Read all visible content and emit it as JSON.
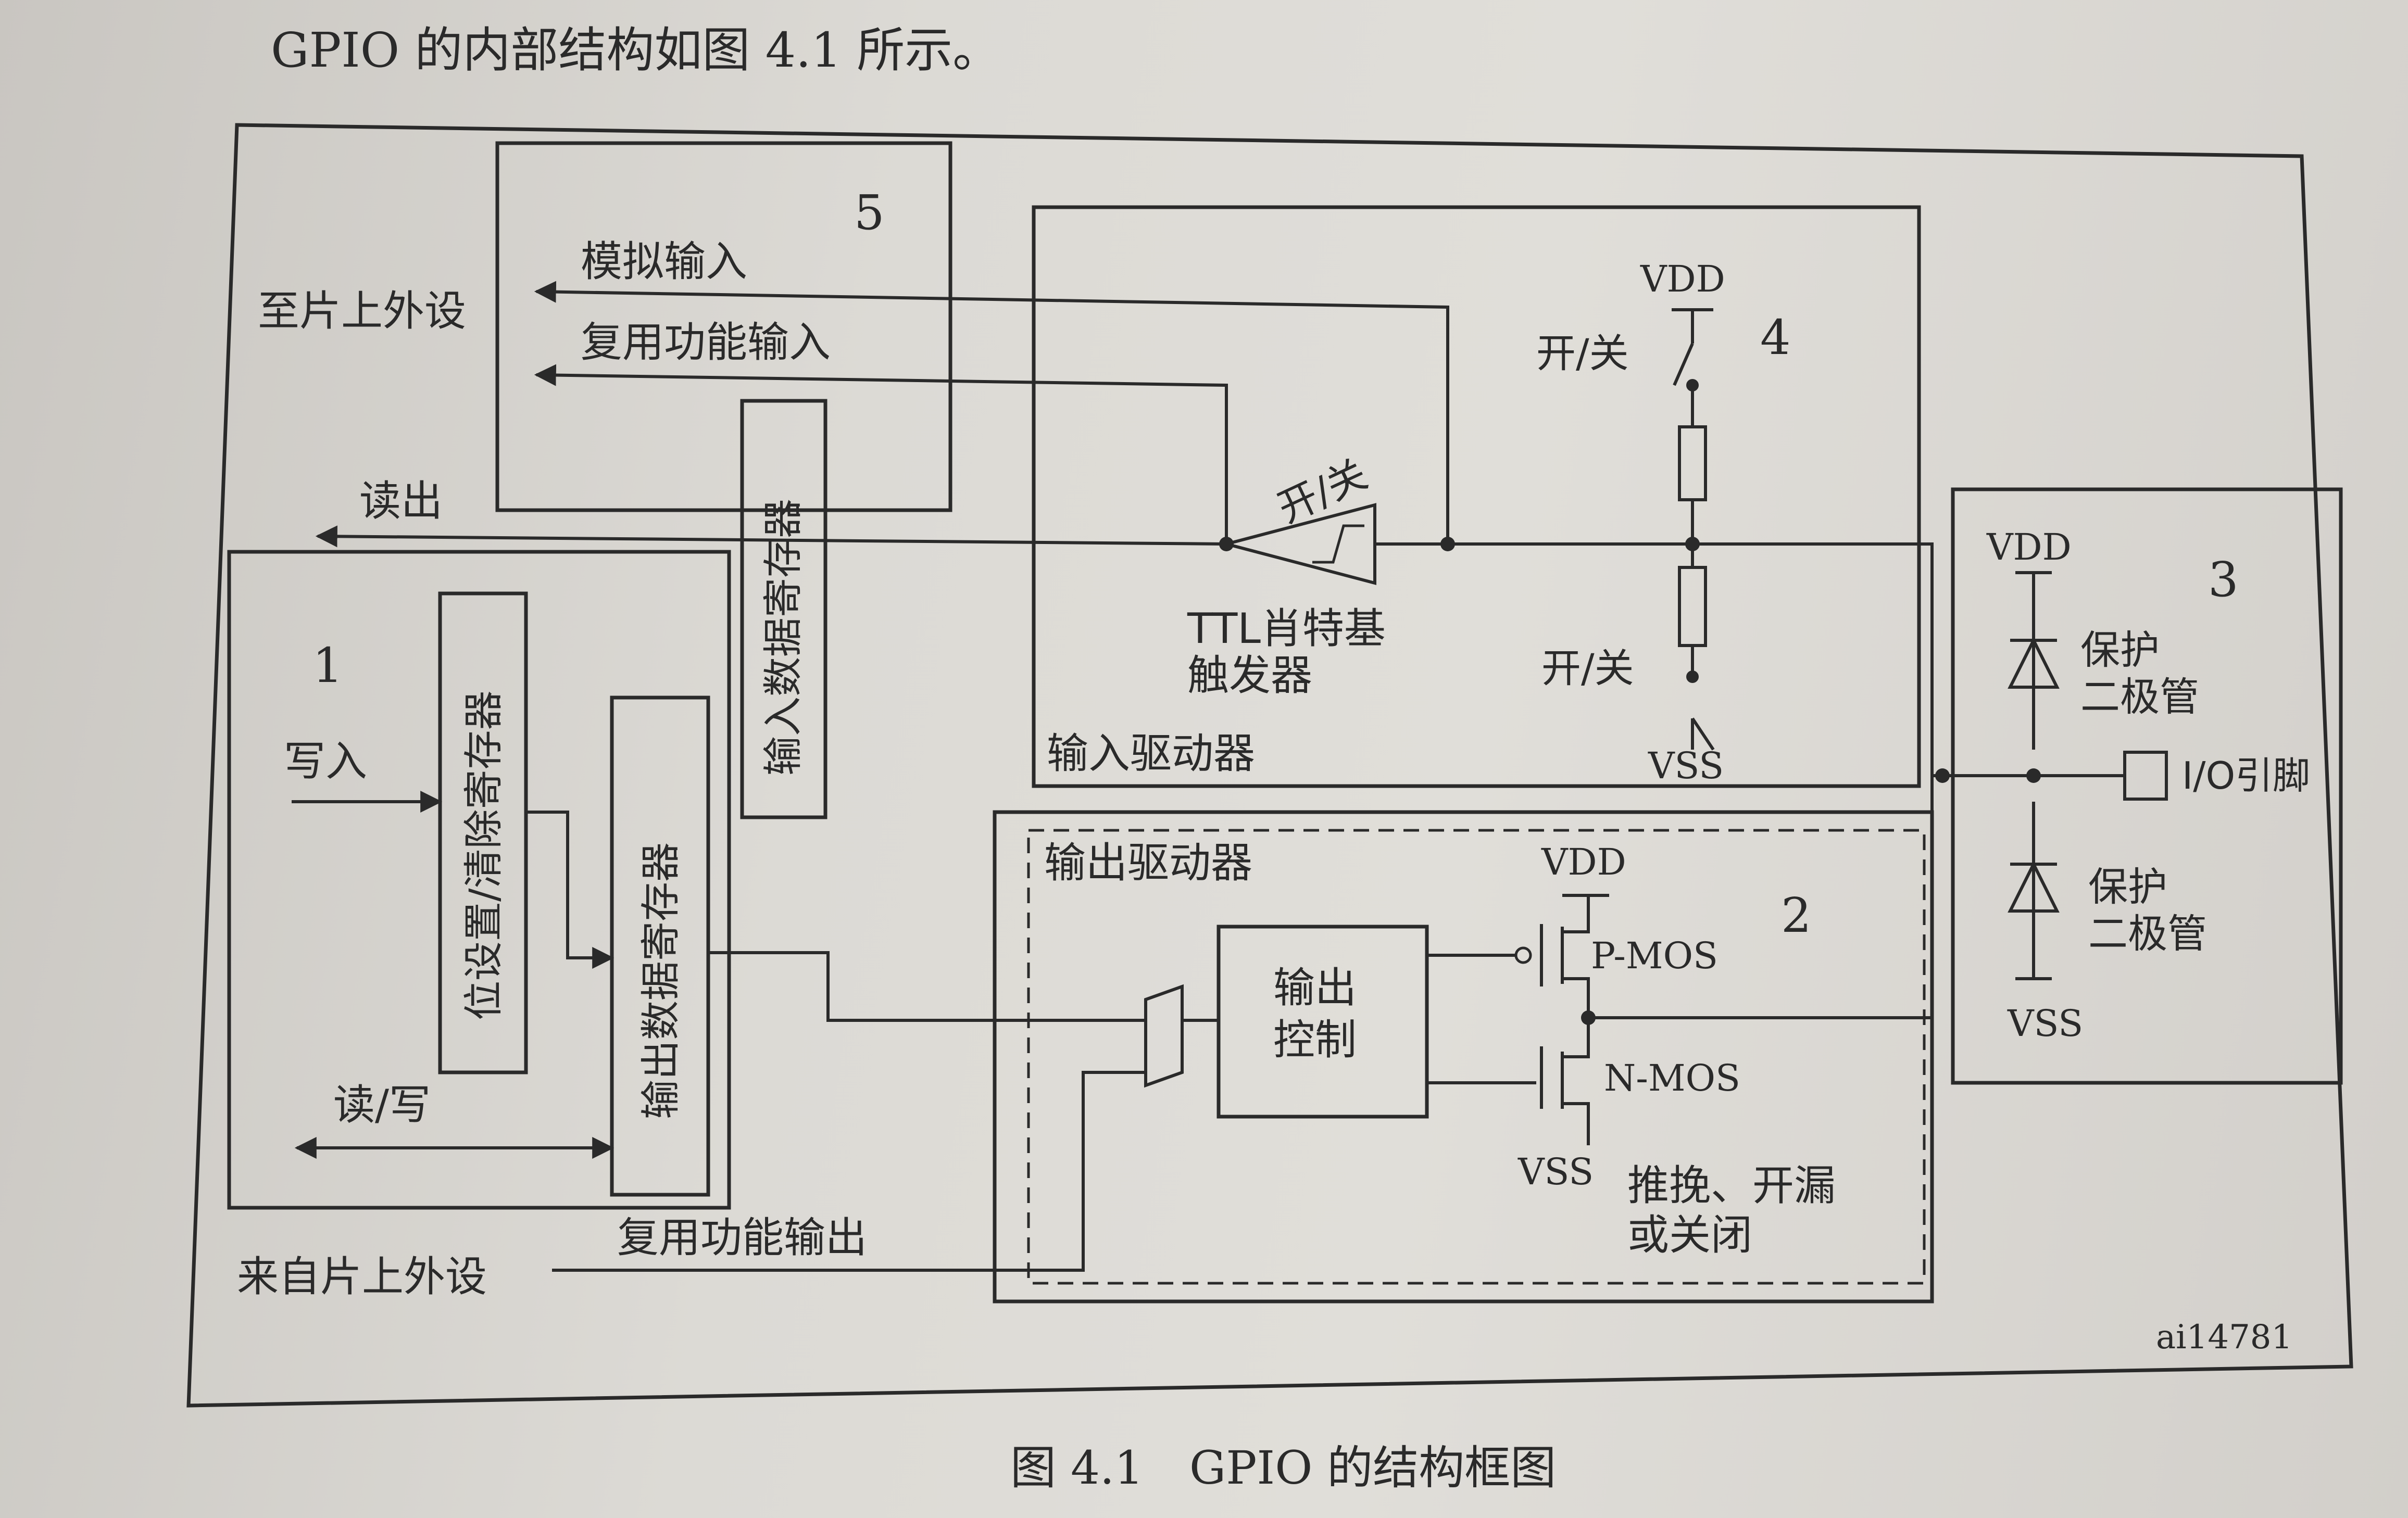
{
  "page": {
    "intro_text": "GPIO 的内部结构如图 4.1 所示。",
    "caption": "图 4.1　GPIO 的结构框图",
    "figure_id": "ai14781"
  },
  "diagram": {
    "block1": {
      "number": "1",
      "write_label": "写入",
      "readwrite_label": "读/写",
      "bsrr_label": "位设置/清除寄存器",
      "odr_label": "输出数据寄存器"
    },
    "block2": {
      "number": "2",
      "title": "输出驱动器",
      "control_label_line1": "输出",
      "control_label_line2": "控制",
      "vdd": "VDD",
      "vss": "VSS",
      "pmos": "P-MOS",
      "nmos": "N-MOS",
      "mode_line1": "推挽、开漏",
      "mode_line2": "或关闭"
    },
    "block3": {
      "number": "3",
      "vdd": "VDD",
      "vss": "VSS",
      "diode_top_line1": "保护",
      "diode_top_line2": "二极管",
      "diode_bottom_line1": "保护",
      "diode_bottom_line2": "二极管",
      "pin_label": "I/O引脚"
    },
    "block4": {
      "number": "4",
      "title": "输入驱动器",
      "vdd": "VDD",
      "vss": "VSS",
      "switch_top": "开/关",
      "switch_bottom": "开/关",
      "schmitt_switch": "开/关",
      "schmitt_line1": "TTL肖特基",
      "schmitt_line2": "触发器"
    },
    "block5": {
      "number": "5",
      "analog_input": "模拟输入",
      "af_input": "复用功能输入",
      "idr_label": "输入数据寄存器"
    },
    "labels": {
      "to_peripheral": "至片上外设",
      "from_peripheral": "来自片上外设",
      "read_out": "读出",
      "af_output": "复用功能输出"
    }
  }
}
